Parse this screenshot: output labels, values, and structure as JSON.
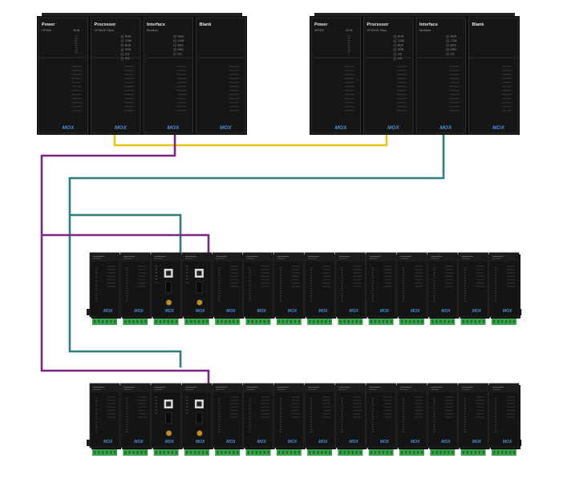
{
  "rack": {
    "module_titles": [
      "Power",
      "Processor",
      "Interface",
      "Blank"
    ],
    "module_subtitles": [
      "SP300",
      "CP4000 Vbus",
      "Modbus",
      ""
    ],
    "status_led_labels": [
      "RUN",
      "COM",
      "BUS",
      "ERR",
      "IO1",
      "IO2"
    ],
    "logo": "MOX"
  },
  "io_module": {
    "logo": "MOX"
  },
  "colors": {
    "cable_yellow": "#e8c21a",
    "cable_purple": "#7a2682",
    "cable_teal": "#2c7f7b",
    "terminal_green": "#3aa24a",
    "module_black": "#141414",
    "rack_black": "#0d0d0d"
  }
}
